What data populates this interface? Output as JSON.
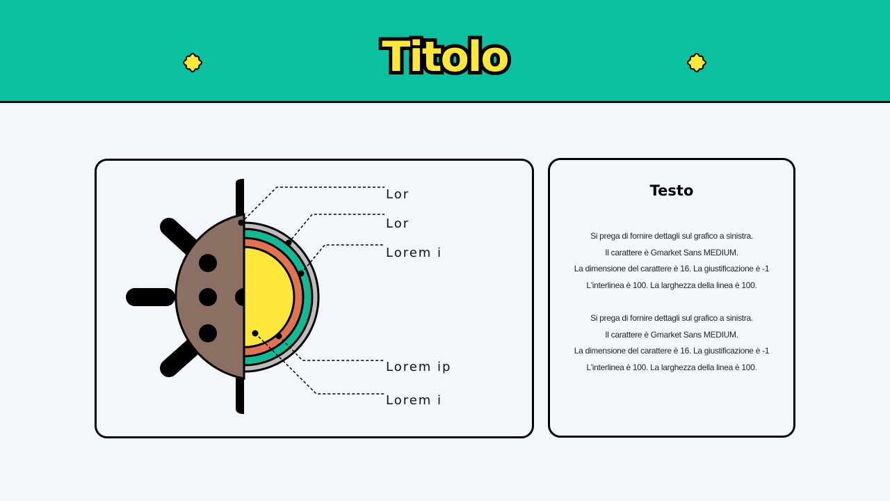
{
  "header": {
    "title": "Titolo",
    "background_color": "#0bbf9f",
    "title_color": "#fde73a",
    "decorations": [
      "flower-icon",
      "flower-icon"
    ]
  },
  "diagram": {
    "labels": [
      {
        "text": "Lor"
      },
      {
        "text": "Lor"
      },
      {
        "text": "Lorem i"
      },
      {
        "text": "Lorem ip"
      },
      {
        "text": "Lorem i"
      }
    ],
    "colors": {
      "shell": "#8a6f62",
      "outer_ring": "#bdbdbd",
      "teal_ring": "#13b894",
      "orange_ring": "#e07452",
      "core": "#fde73a"
    }
  },
  "text_panel": {
    "title": "Testo",
    "paragraphs": [
      {
        "lines": [
          "Si prega di fornire dettagli sul grafico a sinistra.",
          "Il carattere è Gmarket Sans MEDIUM.",
          "La dimensione del carattere è 16. La giustificazione è -1",
          "L'interlinea è 100. La larghezza della linea è 100."
        ]
      },
      {
        "lines": [
          "Si prega di fornire dettagli sul grafico a sinistra.",
          "Il carattere è Gmarket Sans MEDIUM.",
          "La dimensione del carattere è 16. La giustificazione è -1",
          "L'interlinea è 100. La larghezza della linea è 100."
        ]
      }
    ]
  }
}
